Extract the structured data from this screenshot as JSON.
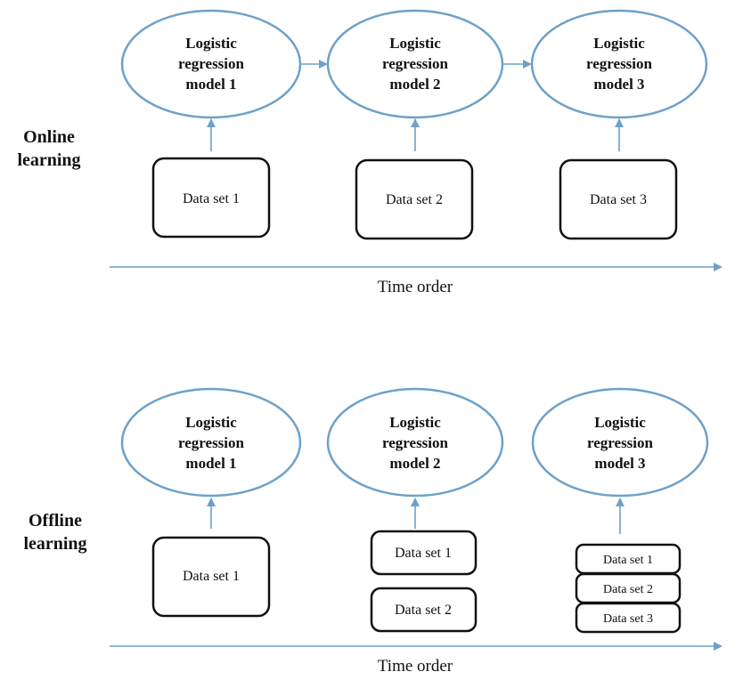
{
  "online": {
    "label_line1": "Online",
    "label_line2": "learning",
    "models": [
      {
        "l1": "Logistic",
        "l2": "regression",
        "l3": "model 1"
      },
      {
        "l1": "Logistic",
        "l2": "regression",
        "l3": "model 2"
      },
      {
        "l1": "Logistic",
        "l2": "regression",
        "l3": "model 3"
      }
    ],
    "datasets": [
      "Data set 1",
      "Data set 2",
      "Data set 3"
    ],
    "axis_label": "Time order"
  },
  "offline": {
    "label_line1": "Offline",
    "label_line2": "learning",
    "models": [
      {
        "l1": "Logistic",
        "l2": "regression",
        "l3": "model 1"
      },
      {
        "l1": "Logistic",
        "l2": "regression",
        "l3": "model 2"
      },
      {
        "l1": "Logistic",
        "l2": "regression",
        "l3": "model 3"
      }
    ],
    "group1": [
      "Data set 1"
    ],
    "group2": [
      "Data set 1",
      "Data set 2"
    ],
    "group3": [
      "Data set 1",
      "Data set 2",
      "Data set 3"
    ],
    "axis_label": "Time order"
  },
  "colors": {
    "accent": "#6ea1c9",
    "stroke": "#111111"
  }
}
